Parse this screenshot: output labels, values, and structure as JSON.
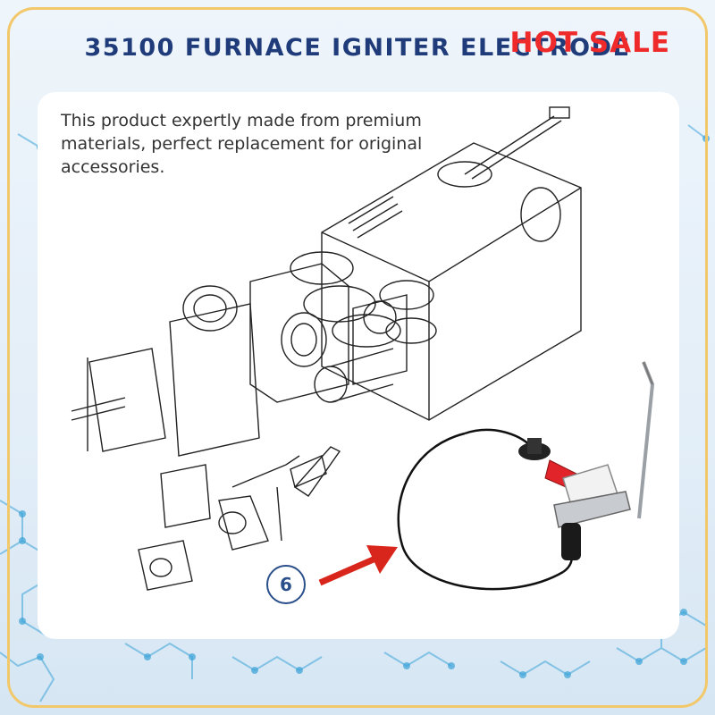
{
  "header": {
    "title": "35100 FURNACE IGNITER ELECTRODE",
    "badge": "HOT SALE"
  },
  "content": {
    "description": "This product expertly made from premium materials, perfect replacement for original accessories.",
    "callout_number": "6"
  },
  "colors": {
    "title": "#1f3b7a",
    "badge": "#ee2a2a",
    "frame": "#f2c86a",
    "arrow": "#d9261c",
    "connector": "#e0242a"
  }
}
